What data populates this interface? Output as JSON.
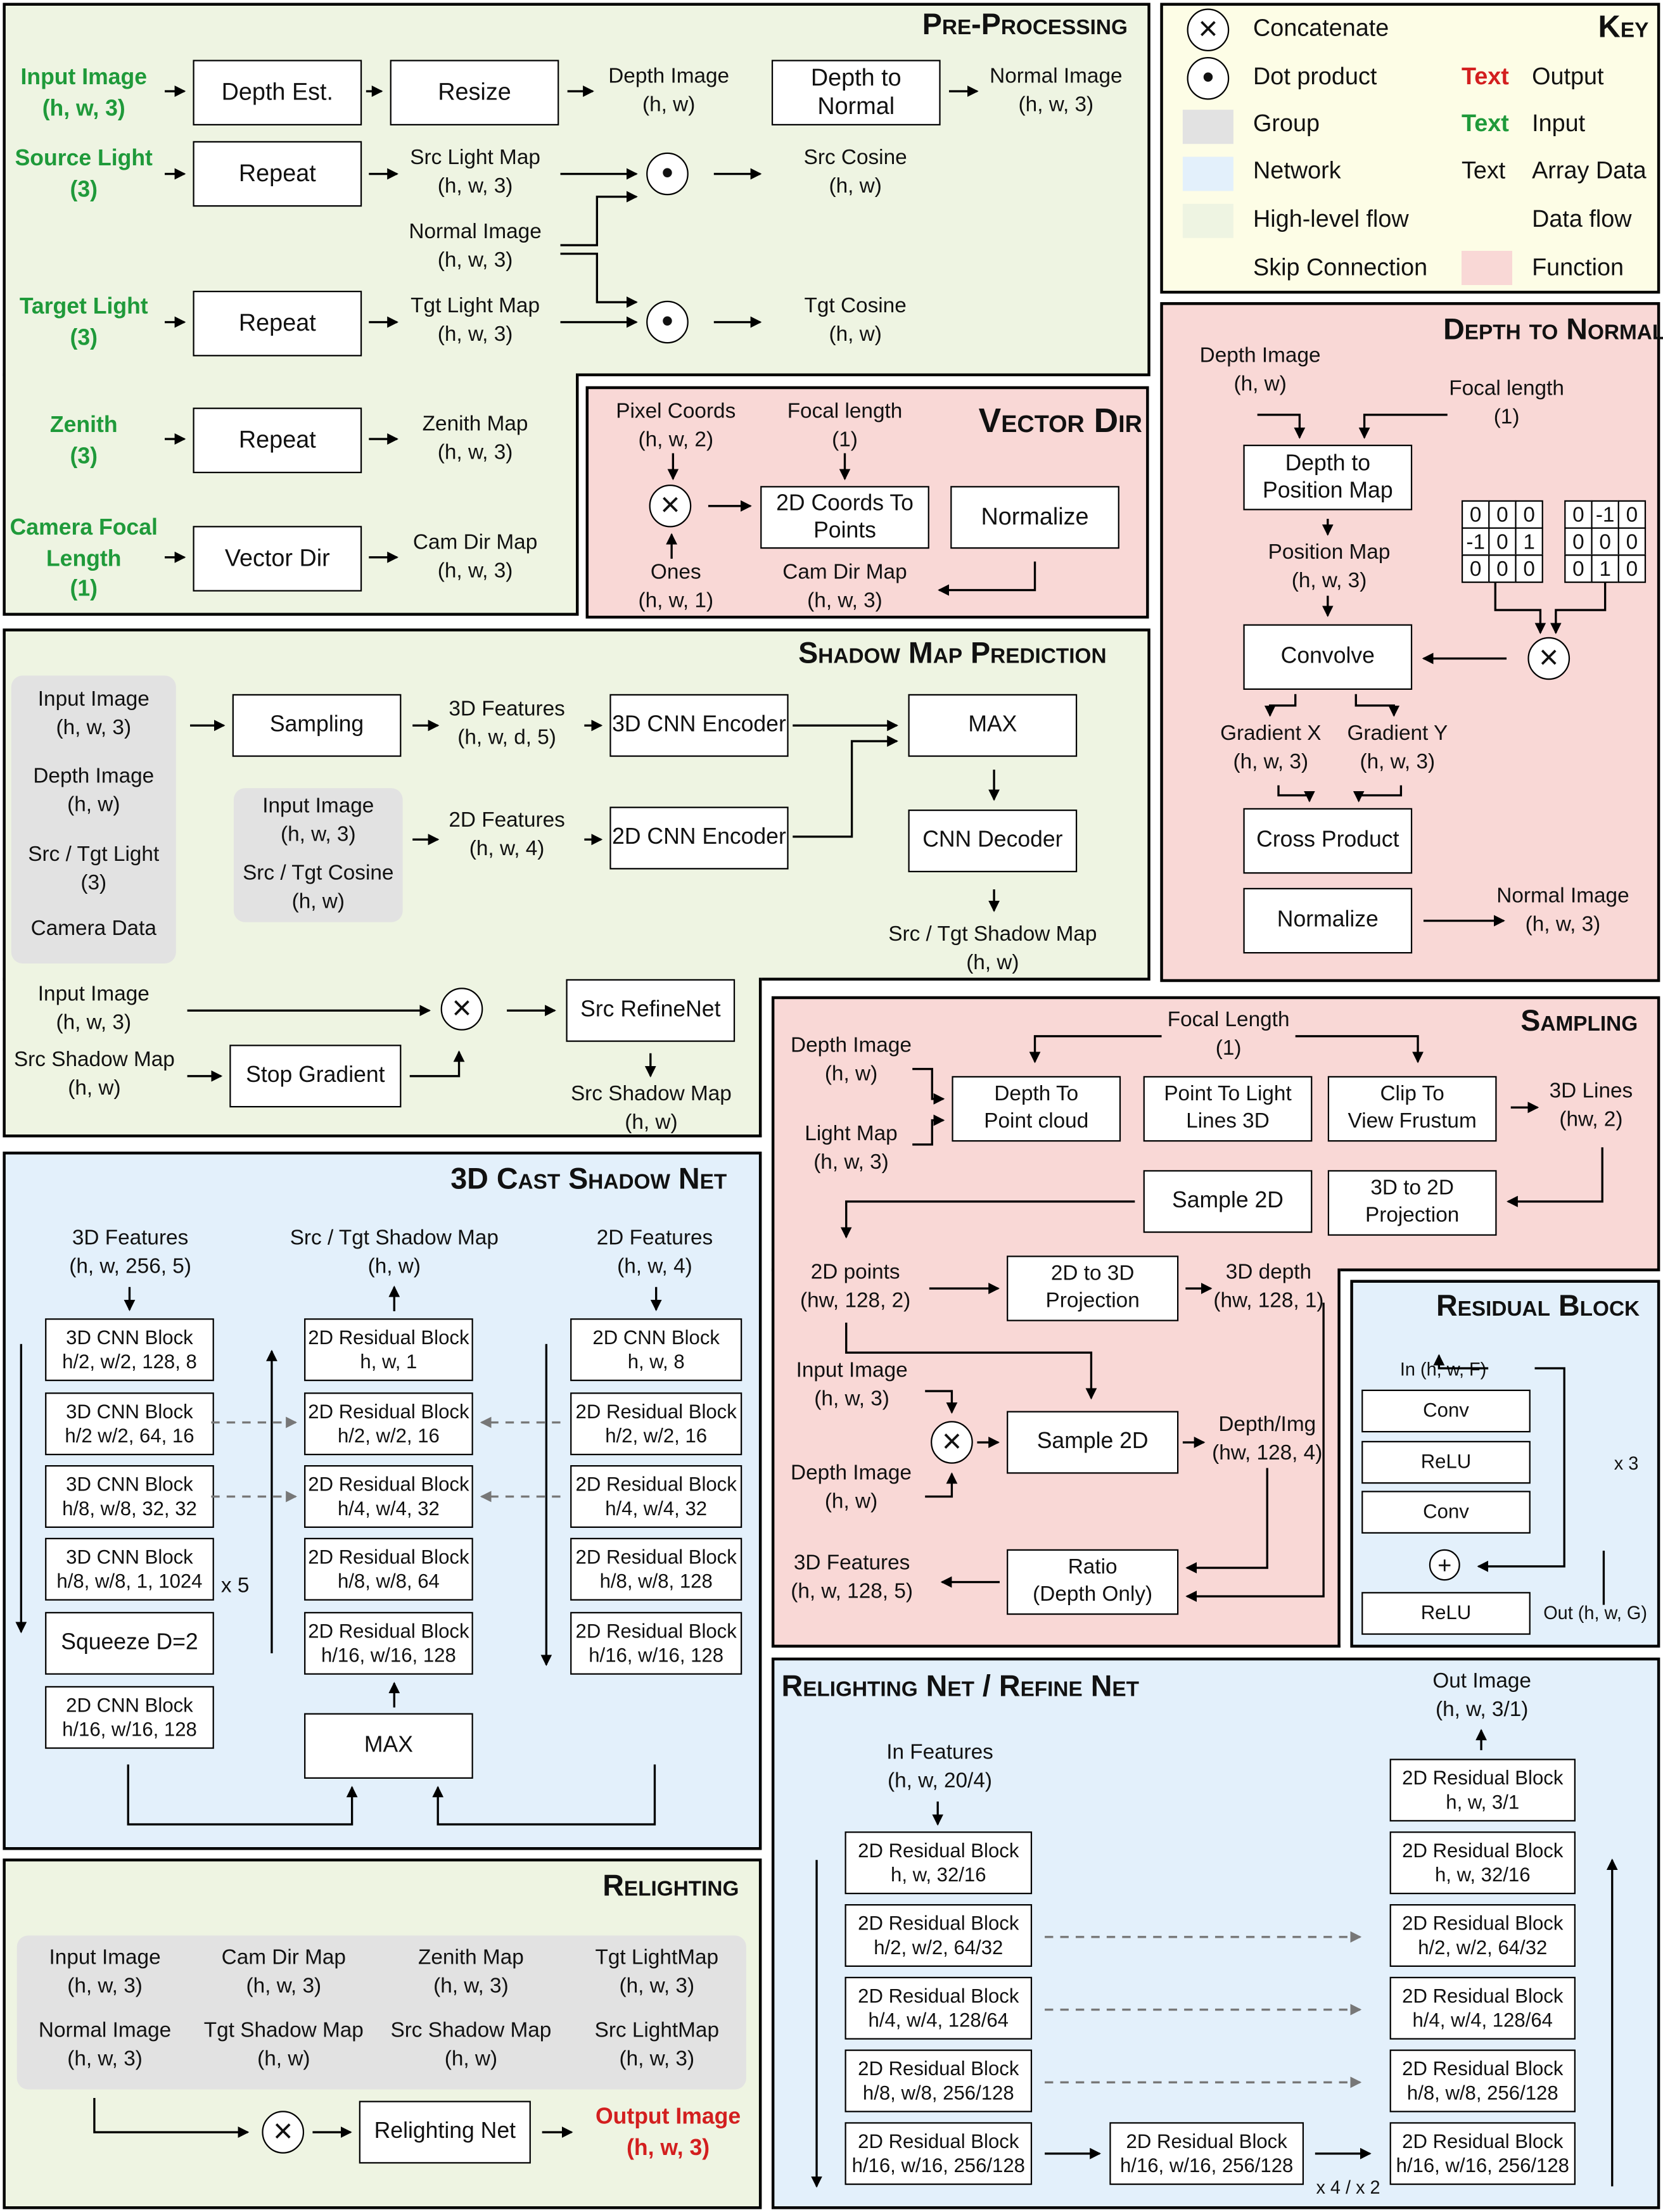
{
  "key": {
    "title": "Key",
    "concatenate": "Concatenate",
    "dot_product": "Dot product",
    "group": "Group",
    "network": "Network",
    "high_level_flow": "High-level flow",
    "skip_connection": "Skip Connection",
    "text_sample": "Text",
    "output": "Output",
    "input": "Input",
    "array_data": "Array Data",
    "data_flow": "Data flow",
    "function": "Function",
    "colors": {
      "group": "#e2e2e2",
      "network": "#e3f0fb",
      "high_level_flow": "#eef4e2",
      "function": "#f9d8d6",
      "output_text": "#d31f1f",
      "input_text": "#1f9a3a"
    }
  },
  "pre": {
    "title": "Pre-Processing",
    "input_image": "Input Image\n(h, w, 3)",
    "depth_est": "Depth Est.",
    "resize": "Resize",
    "depth_image": "Depth Image\n(h, w)",
    "depth_to_normal": "Depth to\nNormal",
    "normal_image_out": "Normal Image\n(h, w, 3)",
    "source_light": "Source Light\n(3)",
    "repeat": "Repeat",
    "src_light_map": "Src Light Map\n(h, w, 3)",
    "src_cosine": "Src Cosine\n(h, w)",
    "normal_image": "Normal Image\n(h, w, 3)",
    "target_light": "Target Light\n(3)",
    "tgt_light_map": "Tgt Light Map\n(h, w, 3)",
    "tgt_cosine": "Tgt Cosine\n(h, w)",
    "zenith": "Zenith\n(3)",
    "zenith_map": "Zenith Map\n(h, w, 3)",
    "camera_focal": "Camera Focal\nLength\n(1)",
    "vector_dir": "Vector Dir",
    "cam_dir_map": "Cam Dir Map\n(h, w, 3)"
  },
  "vd": {
    "title": "Vector Dir",
    "pixel_coords": "Pixel Coords\n(h, w, 2)",
    "focal_length": "Focal length\n(1)",
    "coords_to_points": "2D Coords To\nPoints",
    "normalize": "Normalize",
    "ones": "Ones\n(h, w, 1)",
    "cam_dir_map": "Cam Dir Map\n(h, w, 3)"
  },
  "dn": {
    "title": "Depth to Normal",
    "depth_image": "Depth Image\n(h, w)",
    "focal_length": "Focal length\n(1)",
    "depth_to_pos": "Depth to\nPosition Map",
    "position_map": "Position Map\n(h, w, 3)",
    "convolve": "Convolve",
    "gradient_x": "Gradient X\n(h, w, 3)",
    "gradient_y": "Gradient Y\n(h, w, 3)",
    "cross_product": "Cross Product",
    "normalize": "Normalize",
    "normal_image": "Normal Image\n(h, w, 3)",
    "kernel_x": [
      "0",
      "0",
      "0",
      "-1",
      "0",
      "1",
      "0",
      "0",
      "0"
    ],
    "kernel_y": [
      "0",
      "-1",
      "0",
      "0",
      "0",
      "0",
      "0",
      "1",
      "0"
    ]
  },
  "smp": {
    "title": "Shadow Map Prediction",
    "g1": [
      "Input Image\n(h, w, 3)",
      "Depth Image\n(h, w)",
      "Src / Tgt Light\n(3)",
      "Camera Data"
    ],
    "g2": [
      "Input Image\n(h, w, 3)",
      "Src / Tgt Cosine\n(h, w)"
    ],
    "sampling": "Sampling",
    "feat3d": "3D Features\n(h, w, d, 5)",
    "feat2d": "2D Features\n(h, w, 4)",
    "enc3d": "3D CNN Encoder",
    "enc2d": "2D CNN Encoder",
    "max": "MAX",
    "decoder": "CNN Decoder",
    "shadow_map": "Src / Tgt Shadow Map\n(h, w)",
    "input_image": "Input Image\n(h, w, 3)",
    "src_shadow_in": "Src Shadow Map\n(h, w)",
    "stop_gradient": "Stop Gradient",
    "refinenet": "Src RefineNet",
    "src_shadow_out": "Src Shadow Map\n(h, w)"
  },
  "csn": {
    "title": "3D Cast Shadow Net",
    "feat3d": "3D Features\n(h, w, 256, 5)",
    "shadow_map": "Src / Tgt Shadow Map\n(h, w)",
    "feat2d": "2D Features\n(h, w, 4)",
    "left": [
      "3D CNN Block\nh/2, w/2, 128, 8",
      "3D CNN Block\nh/2 w/2, 64, 16",
      "3D CNN Block\nh/8, w/8, 32, 32",
      "3D CNN Block\nh/8, w/8, 1, 1024",
      "Squeeze D=2",
      "2D CNN Block\nh/16, w/16, 128"
    ],
    "mid": [
      "2D Residual Block\nh, w, 1",
      "2D Residual Block\nh/2, w/2, 16",
      "2D Residual Block\nh/4, w/4,  32",
      "2D Residual Block\nh/8, w/8, 64",
      "2D Residual Block\nh/16, w/16, 128"
    ],
    "right": [
      "2D CNN Block\nh, w, 8",
      "2D Residual Block\nh/2, w/2, 16",
      "2D Residual Block\nh/4, w/4, 32",
      "2D Residual Block\nh/8, w/8, 128",
      "2D Residual Block\nh/16, w/16, 128"
    ],
    "max": "MAX",
    "x5": "x 5"
  },
  "relight": {
    "title": "Relighting",
    "inputs": [
      "Input Image\n(h, w, 3)",
      "Cam Dir Map\n(h, w, 3)",
      "Zenith Map\n(h, w, 3)",
      "Tgt LightMap\n(h, w, 3)",
      "Normal Image\n(h, w, 3)",
      "Tgt Shadow Map\n(h, w)",
      "Src Shadow Map\n(h, w)",
      "Src LightMap\n(h, w, 3)"
    ],
    "net": "Relighting Net",
    "output": "Output Image\n(h, w, 3)"
  },
  "samp": {
    "title": "Sampling",
    "depth_image": "Depth Image\n(h, w)",
    "light_map": "Light Map\n(h, w, 3)",
    "focal_length": "Focal Length\n(1)",
    "depth_to_pc": "Depth To\nPoint cloud",
    "point_to_light": "Point To Light\nLines 3D",
    "clip": "Clip To\nView Frustum",
    "lines3d": "3D Lines\n(hw, 2)",
    "sample2d_a": "Sample 2D",
    "proj3d2d": "3D to 2D\nProjection",
    "points2d": "2D points\n(hw, 128, 2)",
    "proj2d3d": "2D to 3D\nProjection",
    "depth3d": "3D depth\n(hw, 128, 1)",
    "input_image": "Input Image\n(h, w, 3)",
    "depth_image2": "Depth Image\n(h, w)",
    "sample2d_b": "Sample 2D",
    "depth_img": "Depth/Img\n(hw, 128, 4)",
    "feat3d": "3D Features\n(h, w, 128, 5)",
    "ratio": "Ratio\n(Depth Only)"
  },
  "rb": {
    "title": "Residual Block",
    "in": "In (h, w, F)",
    "conv1": "Conv",
    "relu1": "ReLU",
    "conv2": "Conv",
    "relu2": "ReLU",
    "out": "Out (h, w, G)",
    "x3": "x 3"
  },
  "rn": {
    "title": "Relighting Net / Refine Net",
    "in_feat": "In Features\n(h, w, 20/4)",
    "out_image": "Out Image\n(h, w, 3/1)",
    "left": [
      "2D Residual Block\nh, w, 32/16",
      "2D Residual Block\nh/2, w/2, 64/32",
      "2D Residual Block\nh/4, w/4, 128/64",
      "2D Residual Block\nh/8, w/8, 256/128",
      "2D Residual Block\nh/16, w/16, 256/128"
    ],
    "mid": "2D Residual Block\nh/16, w/16, 256/128",
    "right": [
      "2D Residual Block\nh, w, 3/1",
      "2D Residual Block\nh, w, 32/16",
      "2D Residual Block\nh/2, w/2, 64/32",
      "2D Residual Block\nh/4, w/4, 128/64",
      "2D Residual Block\nh/8, w/8, 256/128",
      "2D Residual Block\nh/16, w/16, 256/128"
    ],
    "x4x2": "x 4 / x 2"
  }
}
